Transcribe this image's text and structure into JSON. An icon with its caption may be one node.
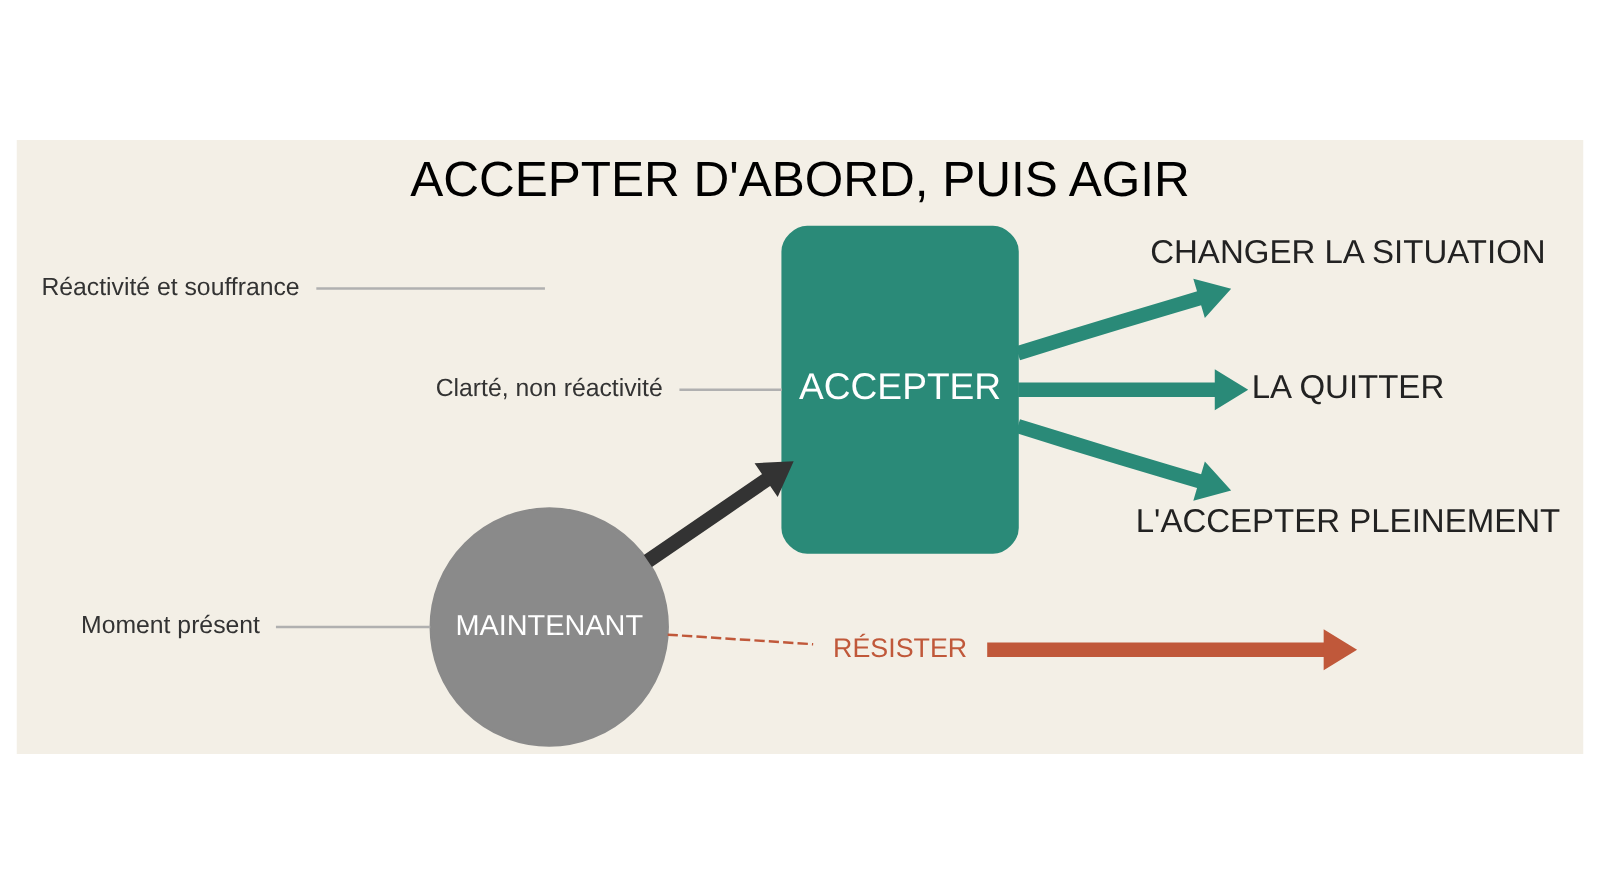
{
  "diagram": {
    "title": "ACCEPTER D'ABORD, PUIS AGIR",
    "nodes": [
      {
        "text": [
          "MAINTENANT"
        ]
      },
      {
        "text": [
          "ACCEPTER"
        ]
      },
      {
        "text": [
          "RÉSISTER"
        ]
      },
      {
        "text": [
          "CHANGER LA SITUATION"
        ]
      },
      {
        "text": [
          "LA QUITTER"
        ]
      },
      {
        "text": [
          "L'ACCEPTER PLEINEMENT"
        ]
      },
      {
        "text": [
          "Moment présent"
        ]
      },
      {
        "text": [
          "Clarté, non réactivité"
        ]
      },
      {
        "text": [
          "Réactivité et souffrance"
        ]
      }
    ],
    "edges": [
      {
        "from": 0,
        "to": 1,
        "arrow": "to",
        "color": "#333333"
      },
      {
        "from": 0,
        "to": 2,
        "arrow": "none",
        "style": "dashed",
        "color": "#c0583a"
      },
      {
        "from": 2,
        "to": null,
        "arrow": "to",
        "color": "#c0583a"
      },
      {
        "from": 1,
        "to": 3,
        "arrow": "to"
      },
      {
        "from": 1,
        "to": 4,
        "arrow": "to"
      },
      {
        "from": 1,
        "to": 5,
        "arrow": "to"
      },
      {
        "from": 6,
        "to": 0,
        "arrow": "none",
        "color": "#b0b0b0"
      },
      {
        "from": 7,
        "to": 1,
        "arrow": "none",
        "color": "#b0b0b0"
      },
      {
        "from": 8,
        "to": null,
        "arrow": "none",
        "color": "#b0b0b0"
      }
    ]
  }
}
